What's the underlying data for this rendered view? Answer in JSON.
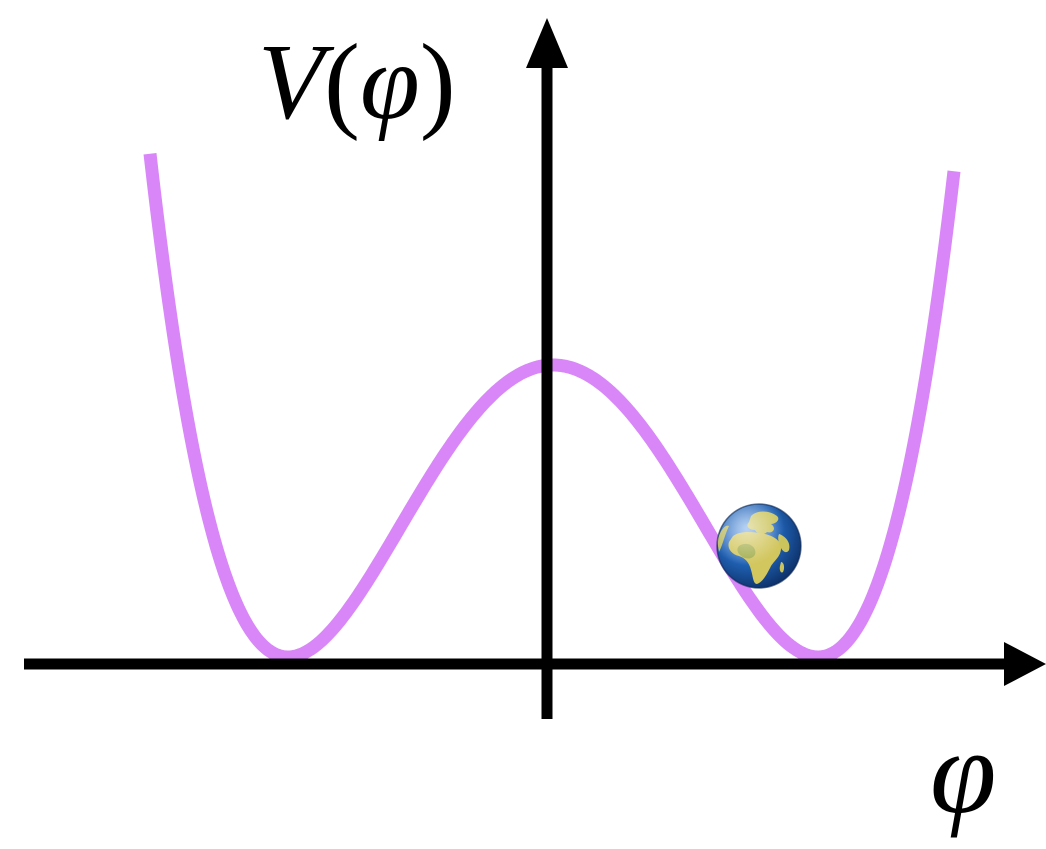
{
  "diagram": {
    "y_axis_label": {
      "func": "V",
      "open": "(",
      "arg": "φ",
      "close": ")"
    },
    "x_axis_label": "φ",
    "curve_color": "#d886f8",
    "axis_color": "#000000",
    "ball_icon": "earth-globe-africa-europe-icon",
    "ocean_color": "#1f5fb0",
    "land_color": "#c9c25a"
  }
}
